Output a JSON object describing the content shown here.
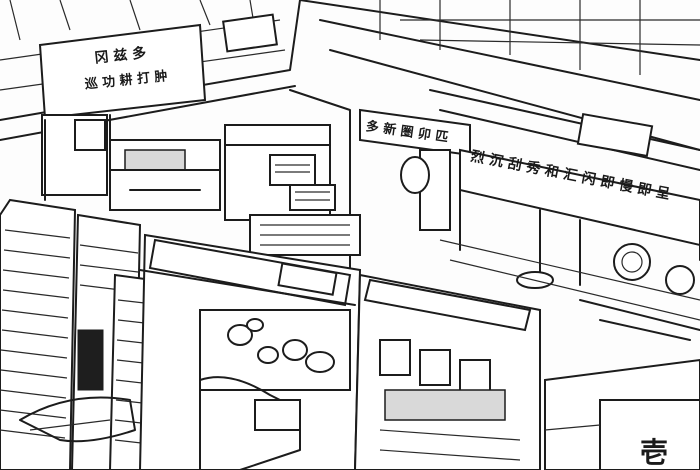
{
  "scene": {
    "style": "black-and-white line-art sketch",
    "palette": {
      "ink": "#1c1c1c",
      "paper": "#ffffff",
      "shade": "#d9d9d9"
    }
  },
  "signs": {
    "upper_left_line1": "冈 兹 多",
    "upper_left_line2": "巡 功 耕 打 肿",
    "center_banner": "多 新 圏 卯 匹",
    "right_banner": "烈 沉 刮 秀 和 汇 闪 即 慢 即 呈",
    "lower_right_corner": "壱"
  },
  "icons": [
    "register-machine-icon",
    "printer-icon",
    "barcode-scanner-icon",
    "lamp-icon",
    "clock-icon"
  ]
}
